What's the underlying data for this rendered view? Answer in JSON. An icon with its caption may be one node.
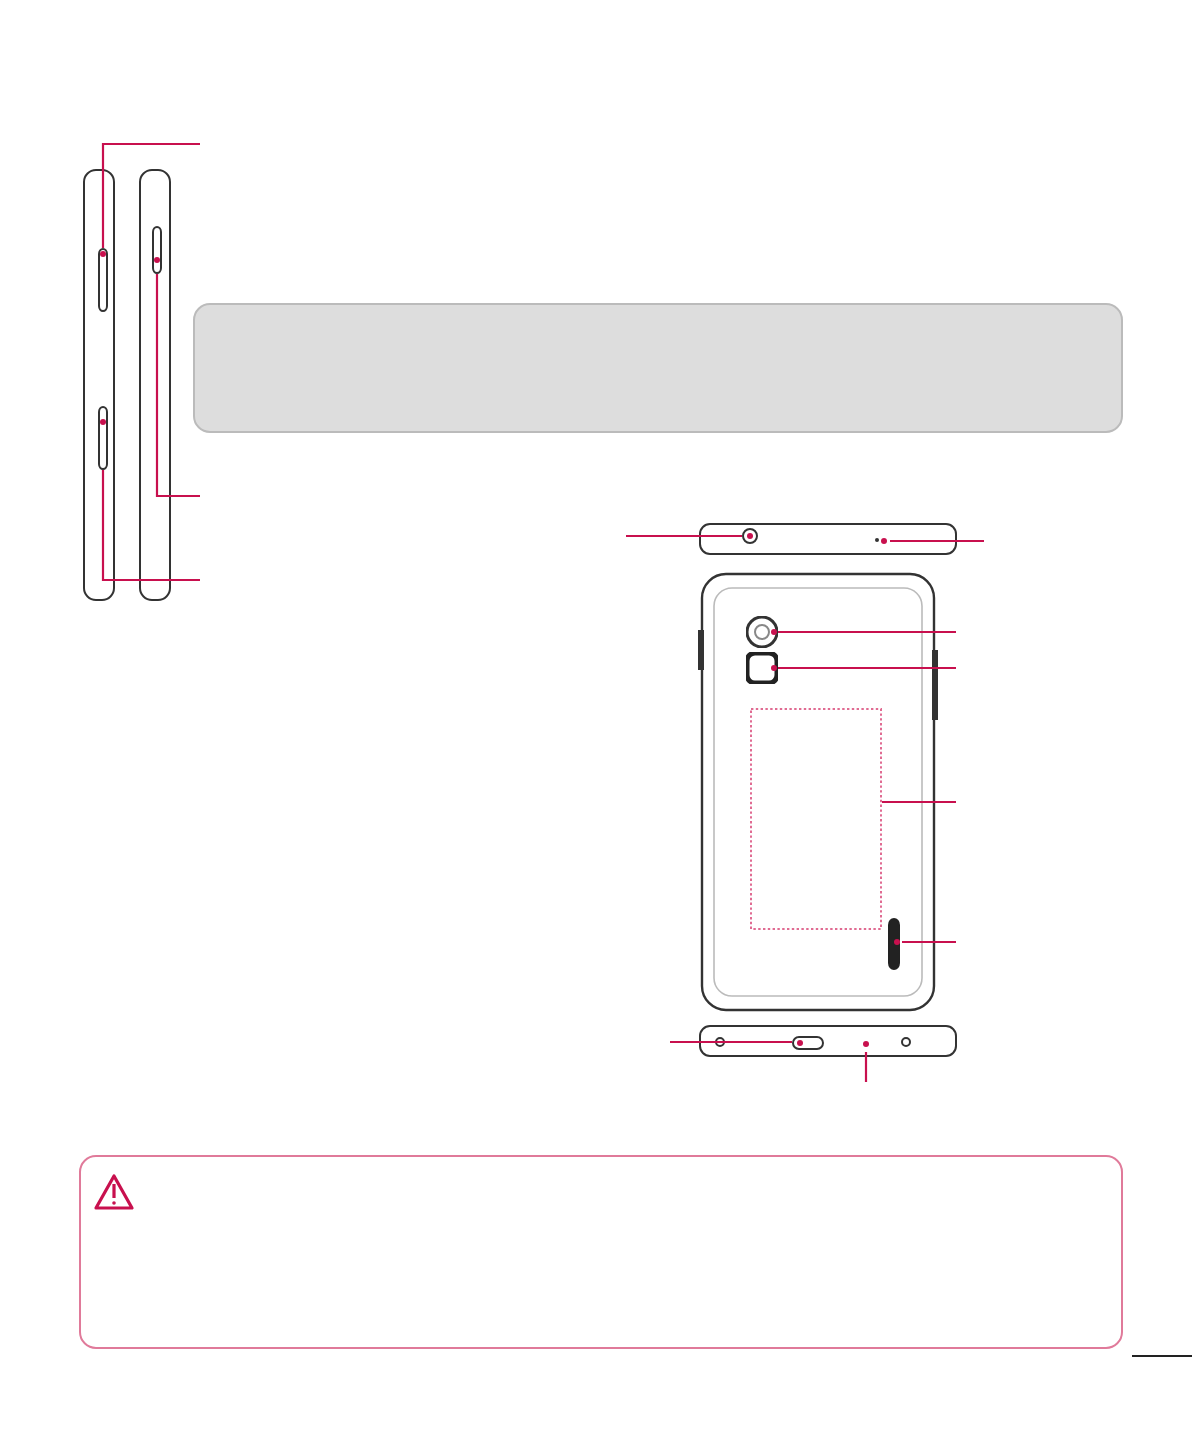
{
  "diagram": {
    "nodes": [
      {
        "text": [],
        "shape": "bar"
      },
      {
        "text": [],
        "shape": "bar"
      },
      {
        "text": [],
        "shape": "bar"
      },
      {
        "text": [],
        "shape": "circle"
      },
      {
        "text": [],
        "shape": "circle"
      },
      {
        "text": [],
        "shape": "circle"
      },
      {
        "text": [],
        "shape": "box"
      },
      {
        "text": [],
        "shape": "box"
      },
      {
        "text": [],
        "shape": "bar"
      },
      {
        "text": [],
        "shape": "box"
      },
      {
        "text": [],
        "shape": "circle"
      }
    ],
    "edges": [
      {
        "from": null,
        "to": 0,
        "arrow": "none"
      },
      {
        "from": null,
        "to": 1,
        "arrow": "none"
      },
      {
        "from": null,
        "to": 2,
        "arrow": "none"
      },
      {
        "from": null,
        "to": 3,
        "arrow": "none"
      },
      {
        "from": null,
        "to": 4,
        "arrow": "none"
      },
      {
        "from": null,
        "to": 5,
        "arrow": "none"
      },
      {
        "from": null,
        "to": 6,
        "arrow": "none"
      },
      {
        "from": null,
        "to": 7,
        "arrow": "none"
      },
      {
        "from": null,
        "to": 8,
        "arrow": "none"
      },
      {
        "from": null,
        "to": 9,
        "arrow": "none"
      },
      {
        "from": null,
        "to": 10,
        "arrow": "none"
      }
    ]
  }
}
